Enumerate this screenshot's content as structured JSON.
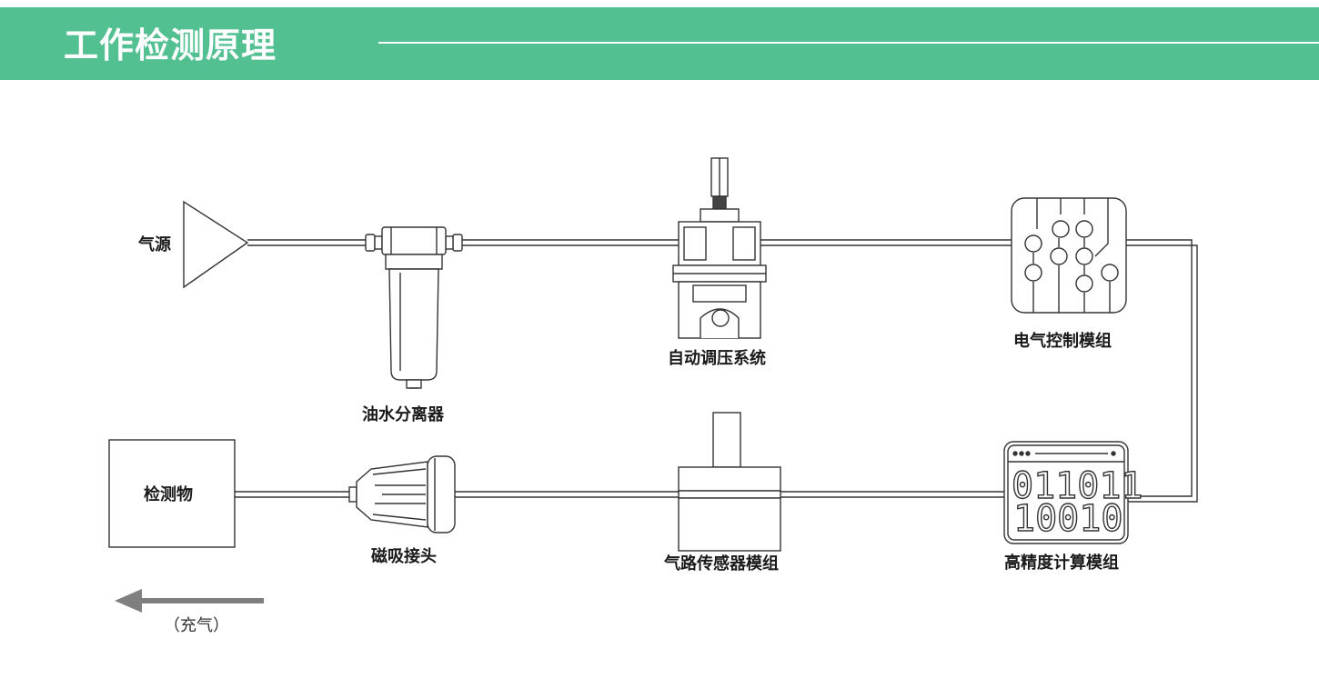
{
  "header": {
    "title": "工作检测原理"
  },
  "colors": {
    "header_bg": "#52c090",
    "line": "#333333",
    "arrow": "#7f7f7f"
  },
  "components": {
    "air_source": "气源",
    "oil_water_separator": "油水分离器",
    "auto_pressure_regulator": "自动调压系统",
    "electric_control_module": "电气控制模组",
    "high_precision_compute_module": "高精度计算模组",
    "air_path_sensor_module": "气路传感器模组",
    "magnetic_connector": "磁吸接头",
    "test_object": "检测物"
  },
  "binary_display": {
    "line1": "011011",
    "line2": "10010"
  },
  "flow": {
    "direction_label": "（充气）"
  }
}
